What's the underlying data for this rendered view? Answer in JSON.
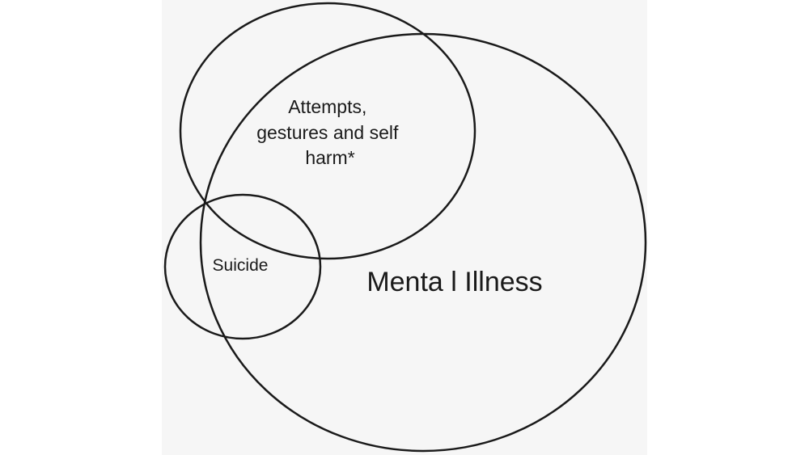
{
  "diagram": {
    "sets": [
      {
        "id": "attempts",
        "label_lines": [
          "Attempts,",
          "gestures and self",
          "harm*"
        ]
      },
      {
        "id": "suicide",
        "label_lines": [
          "Suicide"
        ]
      },
      {
        "id": "mental_illness",
        "label_lines": [
          "Menta l Illness"
        ]
      }
    ],
    "stroke_color": "#1a1a1a",
    "panel_color": "#f6f6f6"
  }
}
